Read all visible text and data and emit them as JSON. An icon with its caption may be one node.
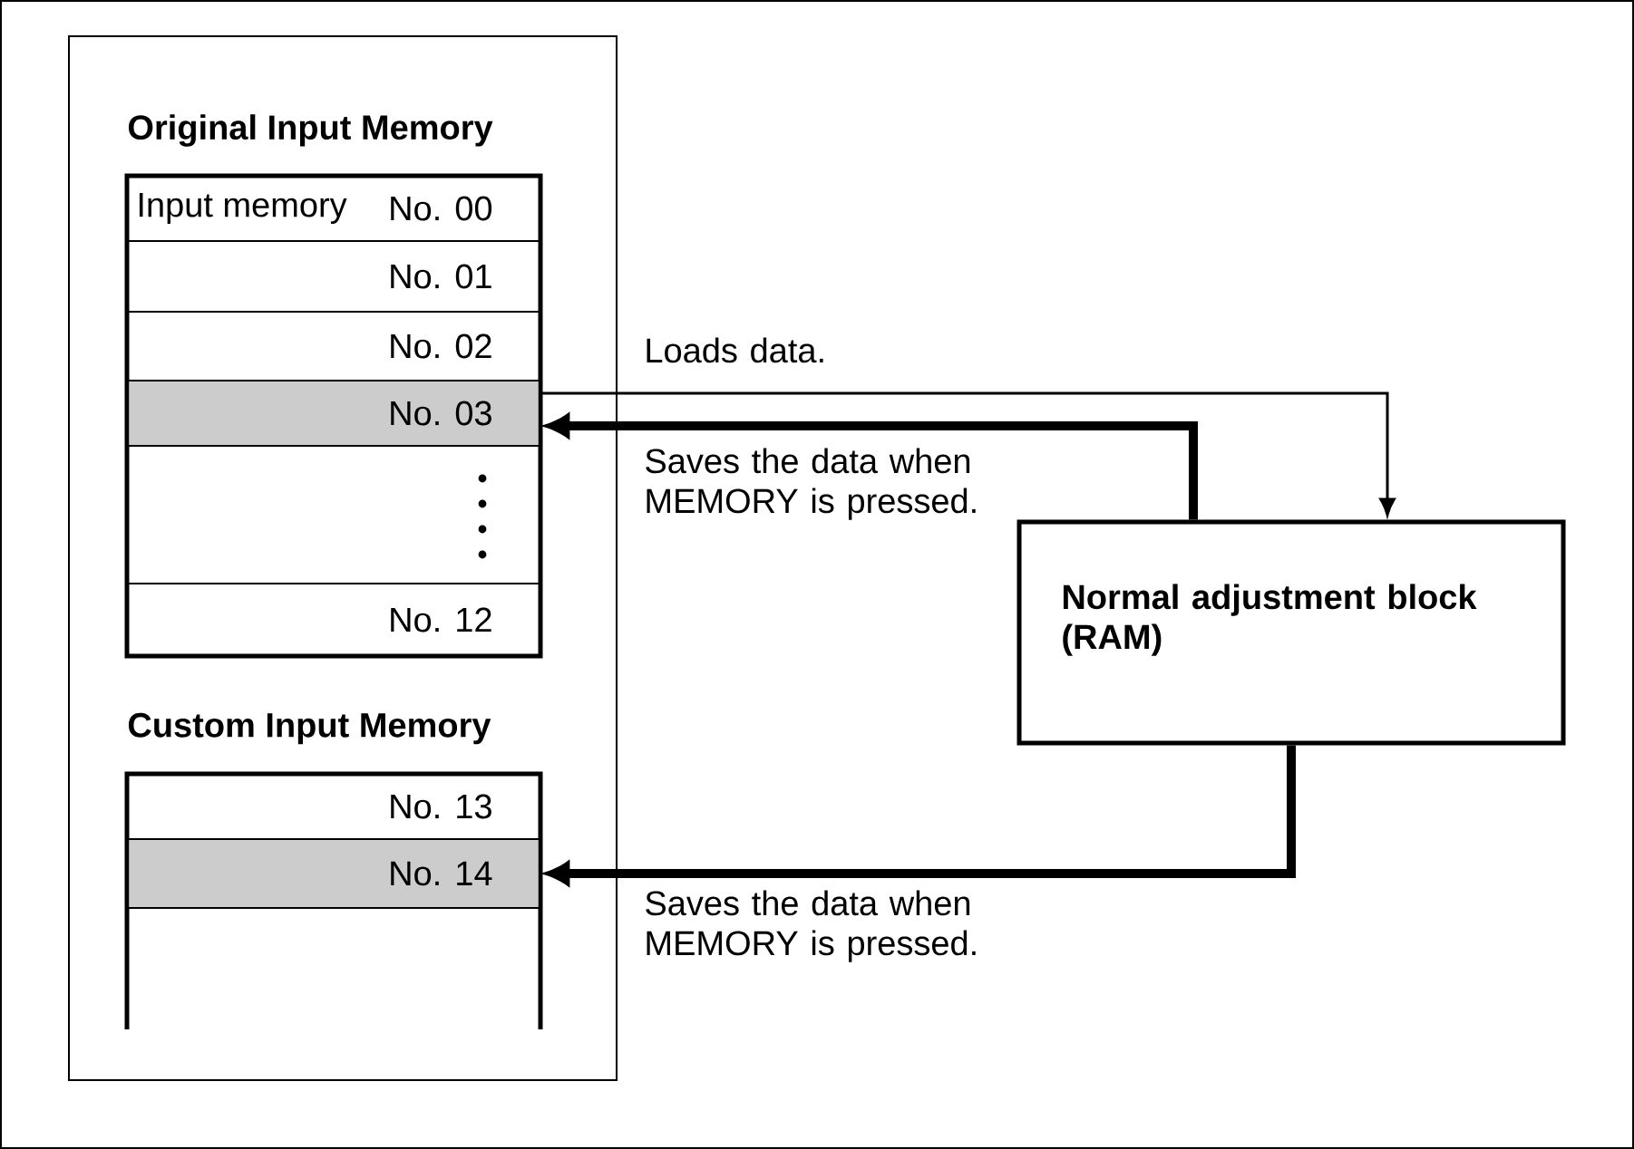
{
  "diagram": {
    "nodes": [
      {
        "text": [],
        "shape": "box"
      },
      {
        "text": [
          "Original Input Memory"
        ],
        "in": 0
      },
      {
        "text": [
          "Input memory",
          "No. 00"
        ],
        "in": 1
      },
      {
        "text": [
          "No. 01"
        ],
        "in": 1
      },
      {
        "text": [
          "No. 02"
        ],
        "in": 1
      },
      {
        "text": [
          "No. 03"
        ],
        "in": 1
      },
      {
        "text": [
          "No. 12"
        ],
        "in": 1
      },
      {
        "text": [
          "Custom Input Memory"
        ],
        "in": 0
      },
      {
        "text": [
          "No. 13"
        ],
        "in": 7
      },
      {
        "text": [
          "No. 14"
        ],
        "in": 7
      },
      {
        "text": [
          "Normal adjustment block (RAM)"
        ]
      }
    ],
    "edges": [
      {
        "from": 5,
        "to": 10,
        "arrow": "to",
        "label": "Loads data."
      },
      {
        "from": 10,
        "to": 5,
        "arrow": "to",
        "label": "Saves the data when MEMORY is pressed."
      },
      {
        "from": 10,
        "to": 9,
        "arrow": "to",
        "label": "Saves the data when MEMORY is pressed."
      }
    ]
  }
}
